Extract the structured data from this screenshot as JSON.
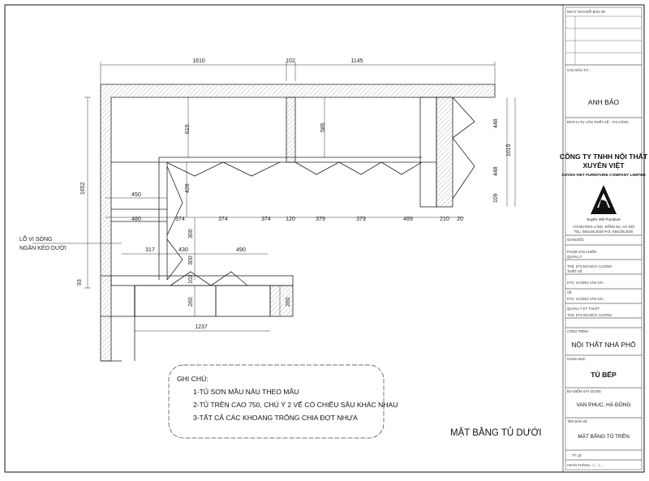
{
  "drawing": {
    "title": "MẶT BẰNG TỦ DƯỚI",
    "dims_top": [
      "1610",
      "102",
      "1145"
    ],
    "dims_vertical": [
      "615",
      "585",
      "428",
      "1652",
      "300",
      "300",
      "102",
      "93",
      "260",
      "260",
      "448",
      "448",
      "1015",
      "109"
    ],
    "dims_row1": [
      "450"
    ],
    "dims_row2": [
      "480",
      "374",
      "374",
      "374",
      "120",
      "379",
      "379",
      "489",
      "210",
      "20"
    ],
    "dims_row3": [
      "317",
      "430",
      "490"
    ],
    "dims_bottom": [
      "1237"
    ],
    "callout": [
      "LỖ VI SÓNG",
      "NGĂN KÉO DƯỚI"
    ]
  },
  "notes": {
    "heading": "GHI CHÚ:",
    "items": [
      "1-TỦ SƠN MẦU NÂU THEO MẪU",
      "2-TỦ TRÊN CAO 750, CHÚ Ý 2 VẾ CÓ CHIỀU SÂU KHÁC NHAU",
      "3-TẤT CẢ CÁC KHOANG TRỐNG CHIA ĐỢT NHỰA"
    ]
  },
  "titleblock": {
    "revision_label": "NGÀY SỬA ĐỔI BẢN VẼ",
    "owner_label": "CHỦ ĐẦU TƯ :",
    "owner": "ANH BẢO",
    "unit_label": "ĐƠN VỊ TƯ VẤN THIẾT KẾ - THI CÔNG",
    "company_line1": "CÔNG TY TNHH NỘI THẤT",
    "company_line2": "XUYÊN VIỆT",
    "company_en": "XUYEN VIET FURNITURE COMPANY LIMITED",
    "logo_caption": "Xuyên Việt Furniture",
    "address": "170 ĐƯỜNG LÁNG, ĐỐNG ĐA, HÀ NỘI",
    "phone": "TEL: 0462.86.3030          FAX: 0462.86.3030",
    "director_label": "GIÁM ĐỐC",
    "director": "PHẠM VĂN CHIẾN",
    "manager_label": "QUẢN LÝ",
    "manager": "THS. KTS BÙI ĐỨC CƯỜNG",
    "design_label": "THIẾT KẾ",
    "designer": "KTS. VƯƠNG VĂN HẢI",
    "draw_label": "VẼ",
    "drawer": "KTS. VƯƠNG VĂN HẢI",
    "tech_label": "QUẢN LÝ KỸ THUẬT",
    "tech": "THS. KTS BÙI ĐỨC CƯỜNG",
    "project_label": "CÔNG TRÌNH :",
    "project": "NỘI THẤT NHÀ PHỐ",
    "item_label": "HẠNG MỤC",
    "item": "TỦ BẾP",
    "location_label": "ĐỊA ĐIỂM XÂY DỰNG",
    "location": "VAN PHUC, HÀ ĐÔNG",
    "sheet_label": "TÊN BẢN VẼ",
    "sheet_name": "MẶT BẰNG TỦ TRÊN",
    "scale_label": "TỶ LỆ",
    "date_label": "HOÀN THÀNH",
    "date_value": "...../...../....."
  }
}
